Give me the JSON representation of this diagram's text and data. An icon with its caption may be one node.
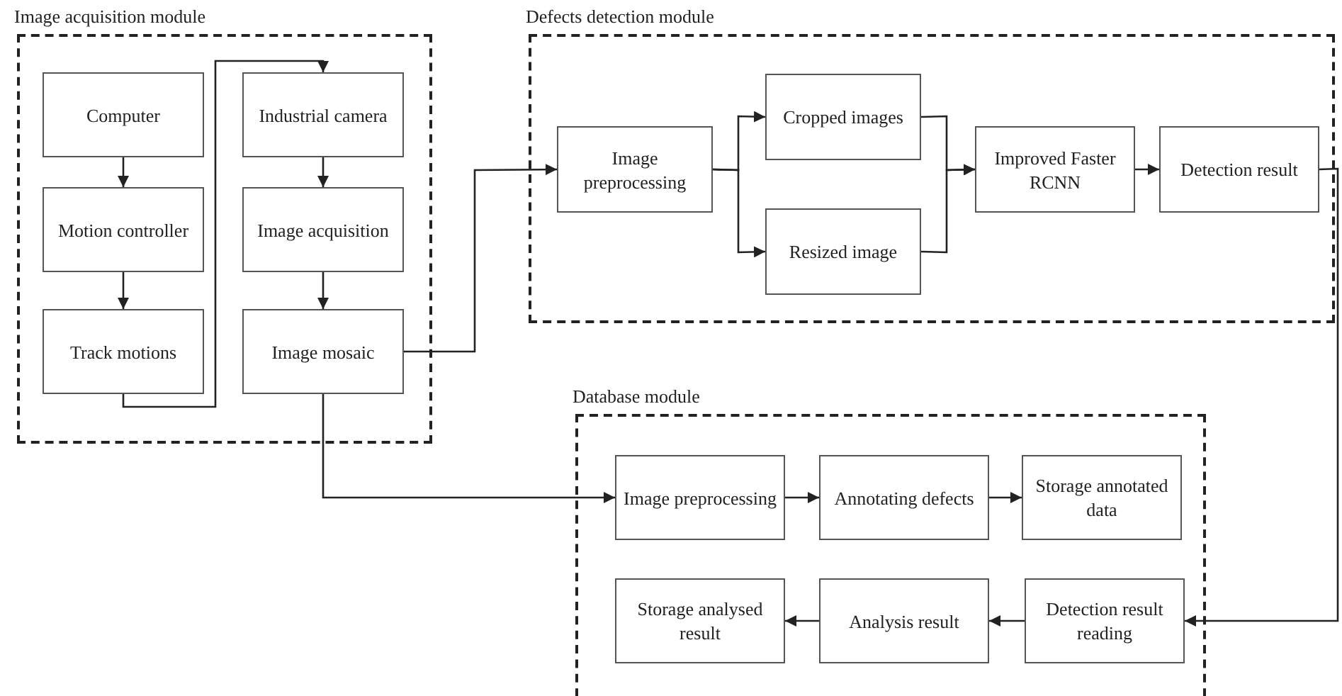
{
  "diagram": {
    "nodes": [
      {
        "text": [
          "Image acquisition module"
        ]
      },
      {
        "text": [
          "Computer"
        ],
        "in": 0
      },
      {
        "text": [
          "Motion controller"
        ],
        "in": 0
      },
      {
        "text": [
          "Track motions"
        ],
        "in": 0
      },
      {
        "text": [
          "Industrial camera"
        ],
        "in": 0
      },
      {
        "text": [
          "Image acquisition"
        ],
        "in": 0
      },
      {
        "text": [
          "Image mosaic"
        ],
        "in": 0
      },
      {
        "text": [
          "Defects detection module"
        ]
      },
      {
        "text": [
          "Image preprocessing"
        ],
        "in": 7
      },
      {
        "text": [
          "Cropped images"
        ],
        "in": 7
      },
      {
        "text": [
          "Resized image"
        ],
        "in": 7
      },
      {
        "text": [
          "Improved Faster RCNN"
        ],
        "in": 7
      },
      {
        "text": [
          "Detection result"
        ],
        "in": 7
      },
      {
        "text": [
          "Database module"
        ]
      },
      {
        "text": [
          "Image preprocessing"
        ],
        "in": 13
      },
      {
        "text": [
          "Annotating defects"
        ],
        "in": 13
      },
      {
        "text": [
          "Storage annotated data"
        ],
        "in": 13
      },
      {
        "text": [
          "Storage analysed result"
        ],
        "in": 13
      },
      {
        "text": [
          "Analysis result"
        ],
        "in": 13
      },
      {
        "text": [
          "Detection result reading"
        ],
        "in": 13
      }
    ],
    "edges": [
      {
        "from": 1,
        "to": 2,
        "arrow": "to"
      },
      {
        "from": 2,
        "to": 3,
        "arrow": "to"
      },
      {
        "from": 3,
        "to": 4,
        "arrow": "to"
      },
      {
        "from": 4,
        "to": 5,
        "arrow": "to"
      },
      {
        "from": 5,
        "to": 6,
        "arrow": "to"
      },
      {
        "from": 6,
        "to": 8,
        "arrow": "to"
      },
      {
        "from": 8,
        "to": 9,
        "arrow": "to"
      },
      {
        "from": 8,
        "to": 10,
        "arrow": "to"
      },
      {
        "from": 9,
        "to": 11,
        "arrow": "to"
      },
      {
        "from": 10,
        "to": 11,
        "arrow": "to"
      },
      {
        "from": 11,
        "to": 12,
        "arrow": "to"
      },
      {
        "from": 12,
        "to": 19,
        "arrow": "to"
      },
      {
        "from": 6,
        "to": 14,
        "arrow": "to"
      },
      {
        "from": 14,
        "to": 15,
        "arrow": "to"
      },
      {
        "from": 15,
        "to": 16,
        "arrow": "to"
      },
      {
        "from": 19,
        "to": 18,
        "arrow": "to"
      },
      {
        "from": 18,
        "to": 17,
        "arrow": "to"
      }
    ]
  }
}
